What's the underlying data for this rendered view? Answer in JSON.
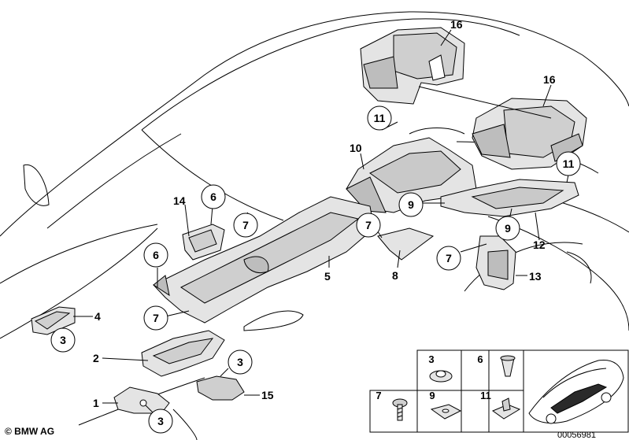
{
  "copyright": "© BMW AG",
  "document_number": "00056981",
  "callouts": {
    "c1": "1",
    "c2": "2",
    "c4": "4",
    "c5": "5",
    "c8": "8",
    "c10": "10",
    "c12": "12",
    "c13": "13",
    "c14": "14",
    "c15": "15",
    "c16a": "16",
    "c16b": "16"
  },
  "circled": {
    "r3a": "3",
    "r3b": "3",
    "r3c": "3",
    "r6a": "6",
    "r6b": "6",
    "r7a": "7",
    "r7b": "7",
    "r7c": "7",
    "r7d": "7",
    "r9a": "9",
    "r9b": "9",
    "r11a": "11",
    "r11b": "11"
  },
  "legend": {
    "l3": "3",
    "l6": "6",
    "l7": "7",
    "l9": "9",
    "l11": "11"
  },
  "colors": {
    "line": "#000000",
    "part_fill": "#e4e4e4",
    "part_dark": "#b8b8b8",
    "background": "#ffffff"
  }
}
